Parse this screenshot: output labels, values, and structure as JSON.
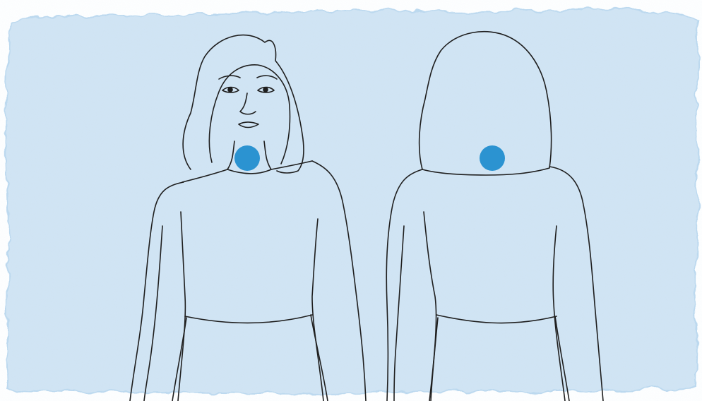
{
  "illustration": {
    "background_color": "#cfe3f3",
    "background_edge_color": "#b9d7ee",
    "line_color": "#1f1f1f",
    "marker_color": "#2b93d1"
  },
  "figures": [
    {
      "view": "front",
      "marker": "front-neck-marker"
    },
    {
      "view": "back",
      "marker": "back-neck-marker"
    }
  ]
}
